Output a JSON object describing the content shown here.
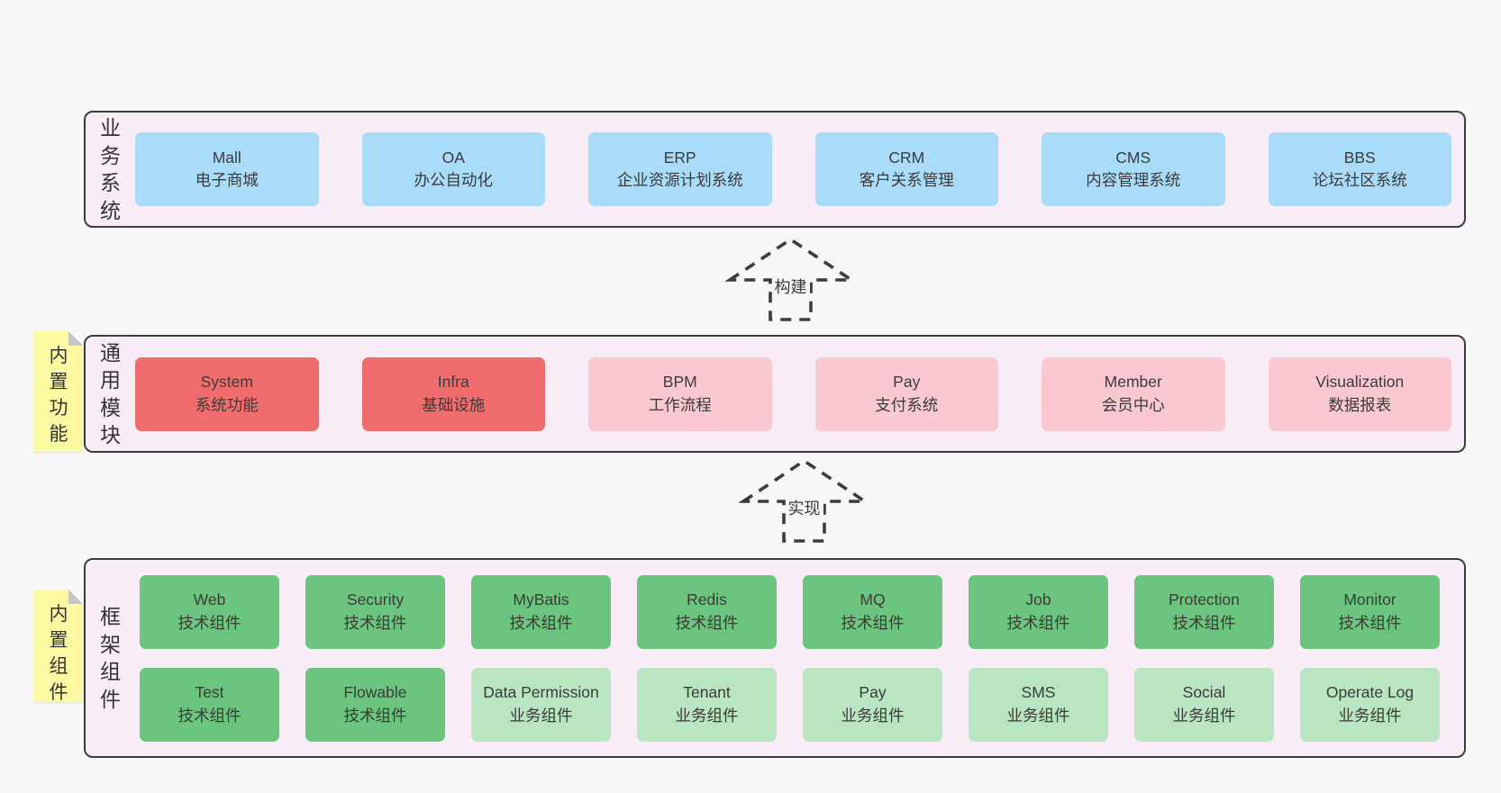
{
  "colors": {
    "page_bg": "#f8f8f8",
    "container_bg": "#f8edf6",
    "border": "#3c3c3c",
    "sticky_bg": "#fbf9a2",
    "fold": "#c6c6c6",
    "blue": "#a8dcf8",
    "red": "#f16d6d",
    "pink": "#f9c8d0",
    "green": "#6bc57e",
    "green_light": "#b9e5c0"
  },
  "arrows": [
    {
      "label": "构建"
    },
    {
      "label": "实现"
    }
  ],
  "layers": [
    {
      "side_label": "业务系统",
      "sticky_label": null,
      "rows": [
        [
          {
            "name": "Mall",
            "desc": "电子商城",
            "variant": "blue"
          },
          {
            "name": "OA",
            "desc": "办公自动化",
            "variant": "blue"
          },
          {
            "name": "ERP",
            "desc": "企业资源计划系统",
            "variant": "blue"
          },
          {
            "name": "CRM",
            "desc": "客户关系管理",
            "variant": "blue"
          },
          {
            "name": "CMS",
            "desc": "内容管理系统",
            "variant": "blue"
          },
          {
            "name": "BBS",
            "desc": "论坛社区系统",
            "variant": "blue"
          }
        ]
      ]
    },
    {
      "side_label": "通用模块",
      "sticky_label": "内置功能",
      "rows": [
        [
          {
            "name": "System",
            "desc": "系统功能",
            "variant": "red"
          },
          {
            "name": "Infra",
            "desc": "基础设施",
            "variant": "red"
          },
          {
            "name": "BPM",
            "desc": "工作流程",
            "variant": "pink"
          },
          {
            "name": "Pay",
            "desc": "支付系统",
            "variant": "pink"
          },
          {
            "name": "Member",
            "desc": "会员中心",
            "variant": "pink"
          },
          {
            "name": "Visualization",
            "desc": "数据报表",
            "variant": "pink"
          }
        ]
      ]
    },
    {
      "side_label": "框架组件",
      "sticky_label": "内置组件",
      "rows": [
        [
          {
            "name": "Web",
            "desc": "技术组件",
            "variant": "green"
          },
          {
            "name": "Security",
            "desc": "技术组件",
            "variant": "green"
          },
          {
            "name": "MyBatis",
            "desc": "技术组件",
            "variant": "green"
          },
          {
            "name": "Redis",
            "desc": "技术组件",
            "variant": "green"
          },
          {
            "name": "MQ",
            "desc": "技术组件",
            "variant": "green"
          },
          {
            "name": "Job",
            "desc": "技术组件",
            "variant": "green"
          },
          {
            "name": "Protection",
            "desc": "技术组件",
            "variant": "green"
          },
          {
            "name": "Monitor",
            "desc": "技术组件",
            "variant": "green"
          }
        ],
        [
          {
            "name": "Test",
            "desc": "技术组件",
            "variant": "green"
          },
          {
            "name": "Flowable",
            "desc": "技术组件",
            "variant": "green"
          },
          {
            "name": "Data Permission",
            "desc": "业务组件",
            "variant": "green_light"
          },
          {
            "name": "Tenant",
            "desc": "业务组件",
            "variant": "green_light"
          },
          {
            "name": "Pay",
            "desc": "业务组件",
            "variant": "green_light"
          },
          {
            "name": "SMS",
            "desc": "业务组件",
            "variant": "green_light"
          },
          {
            "name": "Social",
            "desc": "业务组件",
            "variant": "green_light"
          },
          {
            "name": "Operate Log",
            "desc": "业务组件",
            "variant": "green_light"
          }
        ]
      ]
    }
  ]
}
